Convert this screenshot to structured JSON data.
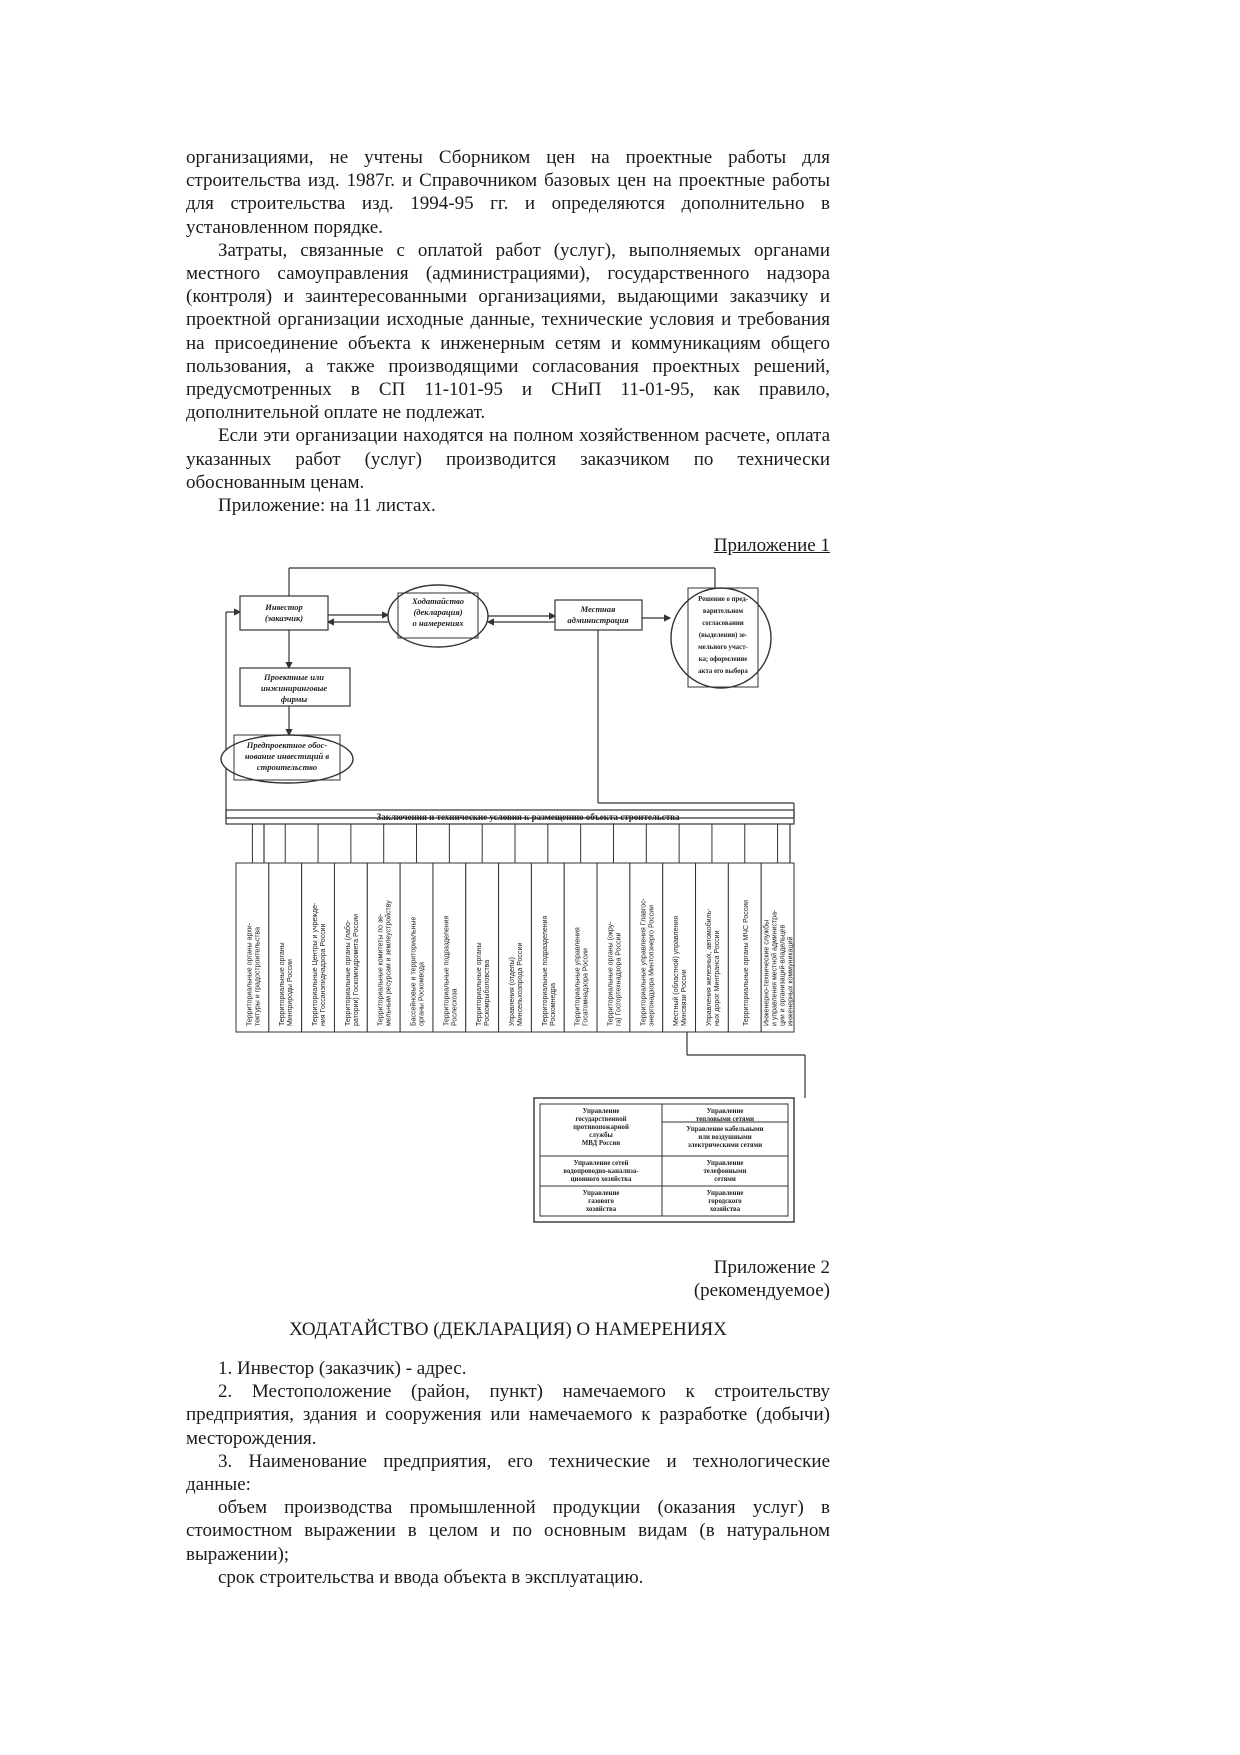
{
  "top_text": {
    "p1": "организациями, не учтены Сборником цен на проектные работы для строительства изд. 1987г. и Справочником базовых цен на проектные работы для строительства изд. 1994-95 гг. и определяются дополнительно в установленном порядке.",
    "p2": "Затраты, связанные с оплатой работ (услуг), выполняемых органами местного самоуправления (администрациями), государственного надзора (контроля) и заинтересованными организациями, выдающими заказчику и проектной организации исходные данные, технические условия и требования на присоединение объекта к инженерным сетям и коммуникациям общего пользования, а также производящими согласования проектных решений, предусмотренных в СП 11-101-95 и СНиП 11-01-95, как правило, дополнительной оплате не подлежат.",
    "p3": "Если эти организации находятся на полном хозяйственном расчете, оплата указанных работ (услуг) производится заказчиком по технически обоснованным ценам.",
    "p4": "Приложение: на 11 листах."
  },
  "appendix1": {
    "label": "Приложение 1"
  },
  "diagram": {
    "investor": [
      "Инвестор",
      "(заказчик)"
    ],
    "petition": [
      "Ходатайство",
      "(декларация)",
      "о намерениях"
    ],
    "admin": [
      "Местная",
      "администрация"
    ],
    "decision": [
      "Решение о пред-",
      "варительном",
      "согласовании",
      "(выделении) зе-",
      "мельного участ-",
      "ка; оформление",
      "акта его выбора"
    ],
    "design": [
      "Проектные или",
      "инжиниринговые",
      "фирмы"
    ],
    "preproject": [
      "Предпроектное обос-",
      "нование инвестиций в",
      "строительство"
    ],
    "bar": "Заключения и технические условия к размещению объекта строительства",
    "columns": [
      [
        "Территориальные органы архи-",
        "тектуры и градостроительства"
      ],
      [
        "Территориальные органы",
        "Минприроды России"
      ],
      [
        "Территориальные Центры и учрежде-",
        "ния Госсанэпиднадзора России"
      ],
      [
        "Территориальные органы (лабо-",
        "ратории) Госкомгидромета России"
      ],
      [
        "Территориальные комитеты по зе-",
        "мельным ресурсам и землеустройству"
      ],
      [
        "Бассейновые и территориальные",
        "органы Роскомвода"
      ],
      [
        "Территориальные подразделения",
        "Рослесхоза"
      ],
      [
        "Территориальные органы",
        "Роскомрыболовства"
      ],
      [
        "Управления (отделы)",
        "Минсельхозпрода России"
      ],
      [
        "Территориальные подразделения",
        "Роскомнедра"
      ],
      [
        "Территориальные управления",
        "Госатомнадзора России"
      ],
      [
        "Территориальные органы (окру-",
        "га) Госгортехнадзора России"
      ],
      [
        "Территориальные управления Главгос-",
        "энергонадзора Минтопэнерго России"
      ],
      [
        "Местный (областной) управления",
        "Минсвязи России"
      ],
      [
        "Управления железных, автомобиль-",
        "ных дорог Минтранса России"
      ],
      [
        "Территориальные органы МЧС России"
      ],
      [
        "Инженерно-технические службы",
        "и управления местной администра-",
        "ции и организаций-владельцев",
        "инженерных коммуникаций"
      ]
    ],
    "table": [
      [
        [
          "Управление",
          "государственной",
          "противопожарной",
          "службы",
          "МВД России"
        ],
        [
          "Управление",
          "тепловыми сетями"
        ]
      ],
      [
        null,
        [
          "Управление кабельными",
          "или воздушными",
          "электрическими сетями"
        ]
      ],
      [
        [
          "Управление сетей",
          "водопроводно-канализа-",
          "ционного хозяйства"
        ],
        [
          "Управление",
          "телефонными",
          "сетями"
        ]
      ],
      [
        [
          "Управление",
          "газового",
          "хозяйства"
        ],
        [
          "Управление",
          "городского",
          "хозяйства"
        ]
      ]
    ]
  },
  "appendix2": {
    "label": "Приложение 2",
    "sub": "(рекомендуемое)"
  },
  "heading": "ХОДАТАЙСТВО (ДЕКЛАРАЦИЯ) О НАМЕРЕНИЯХ",
  "items": {
    "i1": "1. Инвестор (заказчик) - адрес.",
    "i2": "2. Местоположение (район, пункт) намечаемого к строительству предприятия, здания и сооружения или намечаемого к разработке (добычи) месторождения.",
    "i3": "3. Наименование предприятия, его технические и технологические данные:",
    "i4": "объем производства промышленной продукции (оказания услуг) в стоимостном выражении в целом и по основным видам (в натуральном выражении);",
    "i5": "срок строительства и ввода объекта в эксплуатацию."
  }
}
